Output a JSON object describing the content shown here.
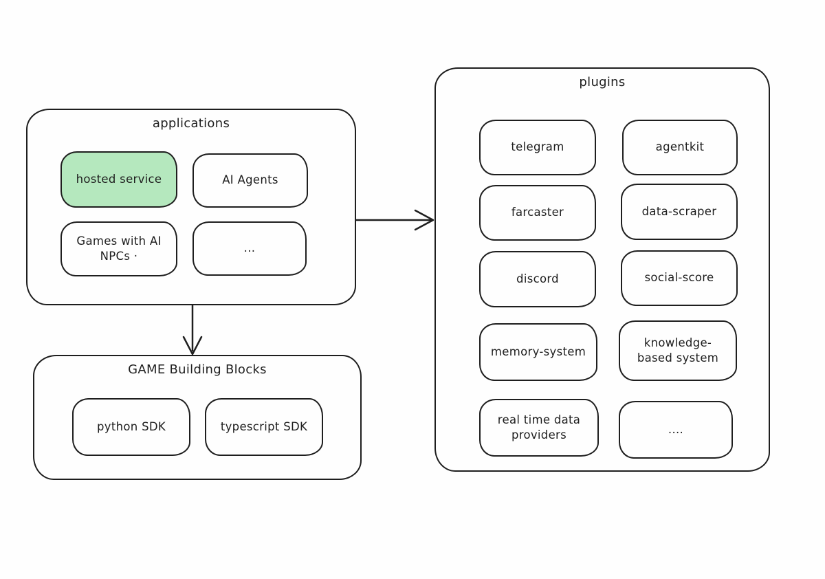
{
  "colors": {
    "stroke": "#1e1e1e",
    "highlight_fill": "#b5e8be",
    "background": "#fefefe"
  },
  "applications": {
    "title": "applications",
    "items": [
      {
        "label": "hosted service",
        "highlighted": true
      },
      {
        "label": "AI Agents",
        "highlighted": false
      },
      {
        "label": "Games with AI\nNPCs  ·",
        "highlighted": false
      },
      {
        "label": "...",
        "highlighted": false
      }
    ]
  },
  "game_building_blocks": {
    "title": "GAME Building Blocks",
    "items": [
      {
        "label": "python SDK"
      },
      {
        "label": "typescript SDK"
      }
    ]
  },
  "plugins": {
    "title": "plugins",
    "items": [
      {
        "label": "telegram"
      },
      {
        "label": "agentkit"
      },
      {
        "label": "farcaster"
      },
      {
        "label": "data-scraper"
      },
      {
        "label": "discord"
      },
      {
        "label": "social-score"
      },
      {
        "label": "memory-system"
      },
      {
        "label": "knowledge-\nbased system"
      },
      {
        "label": "real time data\nproviders"
      },
      {
        "label": "...."
      }
    ]
  }
}
